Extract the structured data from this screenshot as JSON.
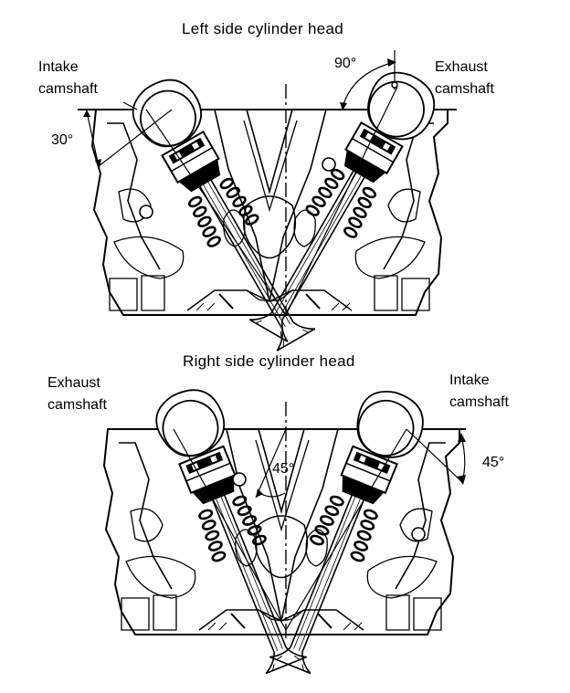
{
  "top": {
    "title": "Left side cylinder head",
    "left_label": [
      "Intake",
      "camshaft"
    ],
    "right_label": [
      "Exhaust",
      "camshaft"
    ],
    "angle_left": "30°",
    "angle_center": "90°"
  },
  "bottom": {
    "title": "Right side cylinder head",
    "left_label": [
      "Exhaust",
      "camshaft"
    ],
    "right_label": [
      "Intake",
      "camshaft"
    ],
    "angle_center": "45°",
    "angle_right": "45°"
  },
  "colors": {
    "ink": "#000000",
    "paper": "#ffffff"
  }
}
